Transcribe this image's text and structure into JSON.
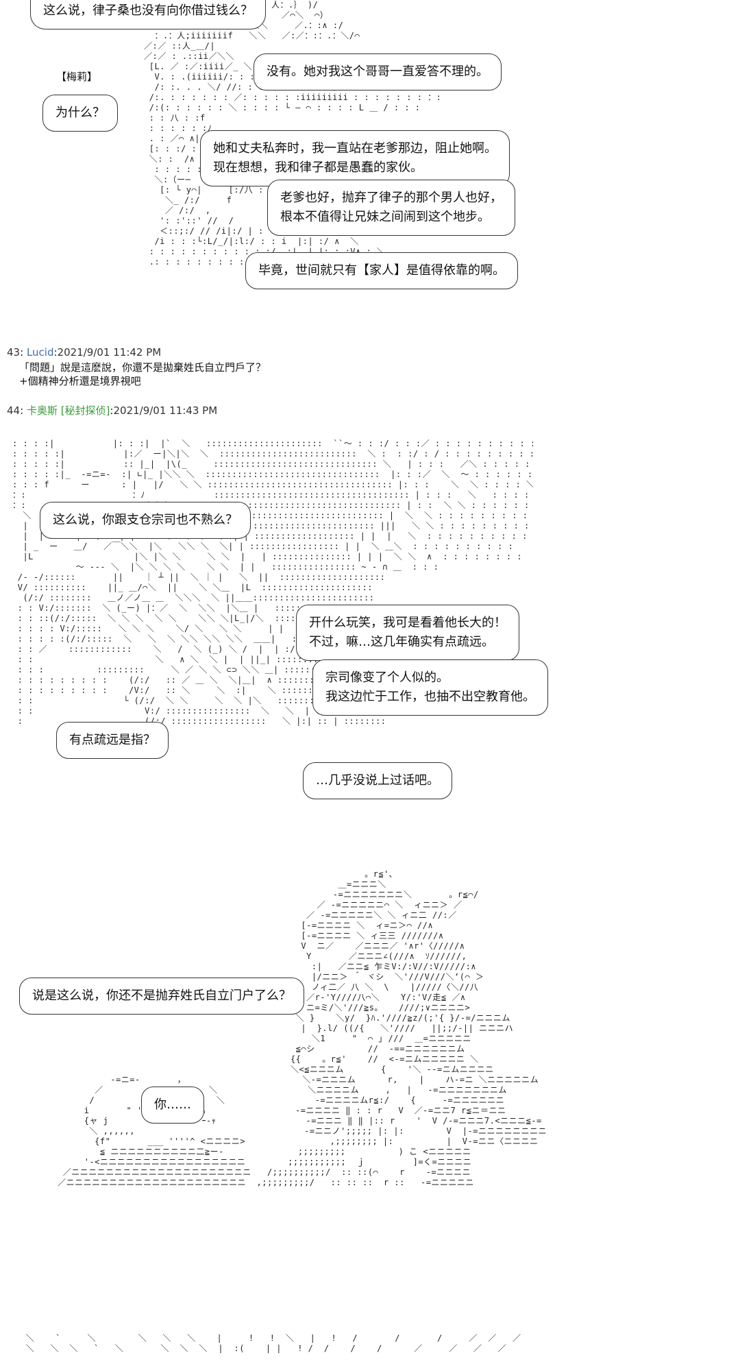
{
  "section1": {
    "bubbles": [
      {
        "lines": [
          "这么说，律子桑也没有向你借过钱么？"
        ]
      },
      {
        "lines": [
          "没有。她对我这个哥哥一直爱答不理的。"
        ]
      },
      {
        "lines": [
          "为什么？"
        ]
      },
      {
        "lines": [
          "她和丈夫私奔时，我一直站在老爹那边，阻止她啊。",
          "现在想想，我和律子都是愚蠢的家伙。"
        ]
      },
      {
        "lines": [
          "老爹也好，抛弃了律子的那个男人也好，",
          "根本不值得让兄妹之间闹到这个地步。"
        ]
      },
      {
        "lines": [
          "毕竟，世间就只有【家人】是值得依靠的啊。"
        ]
      }
    ],
    "speaker_tag": "【梅莉】"
  },
  "post43": {
    "num": "43",
    "author": "Lucid",
    "date": "2021/9/01 11:42 PM",
    "lines": [
      "「問題」說是這麽說，你還不是拋棄姓氏自立門戶了？",
      "+個精神分析還是境界視吧"
    ]
  },
  "post44": {
    "num": "44",
    "author": "卡奥斯 [秘封探侦]",
    "date": "2021/9/01 11:43 PM"
  },
  "section2": {
    "bubbles": [
      {
        "lines": [
          "这么说，你跟支仓宗司也不熟么？"
        ]
      },
      {
        "lines": [
          "开什么玩笑，我可是看着他长大的！",
          "不过，嘛…这几年确实有点疏远。"
        ]
      },
      {
        "lines": [
          "宗司像变了个人似的。",
          "我这边忙于工作，也抽不出空教育他。"
        ]
      },
      {
        "lines": [
          "有点疏远是指？"
        ]
      },
      {
        "lines": [
          "…几乎没说上过话吧。"
        ]
      }
    ]
  },
  "section3": {
    "bubbles": [
      {
        "lines": [
          "说是这么说，你还不是抛弃姓氏自立门户了么？"
        ]
      },
      {
        "lines": [
          "你……"
        ]
      }
    ]
  }
}
